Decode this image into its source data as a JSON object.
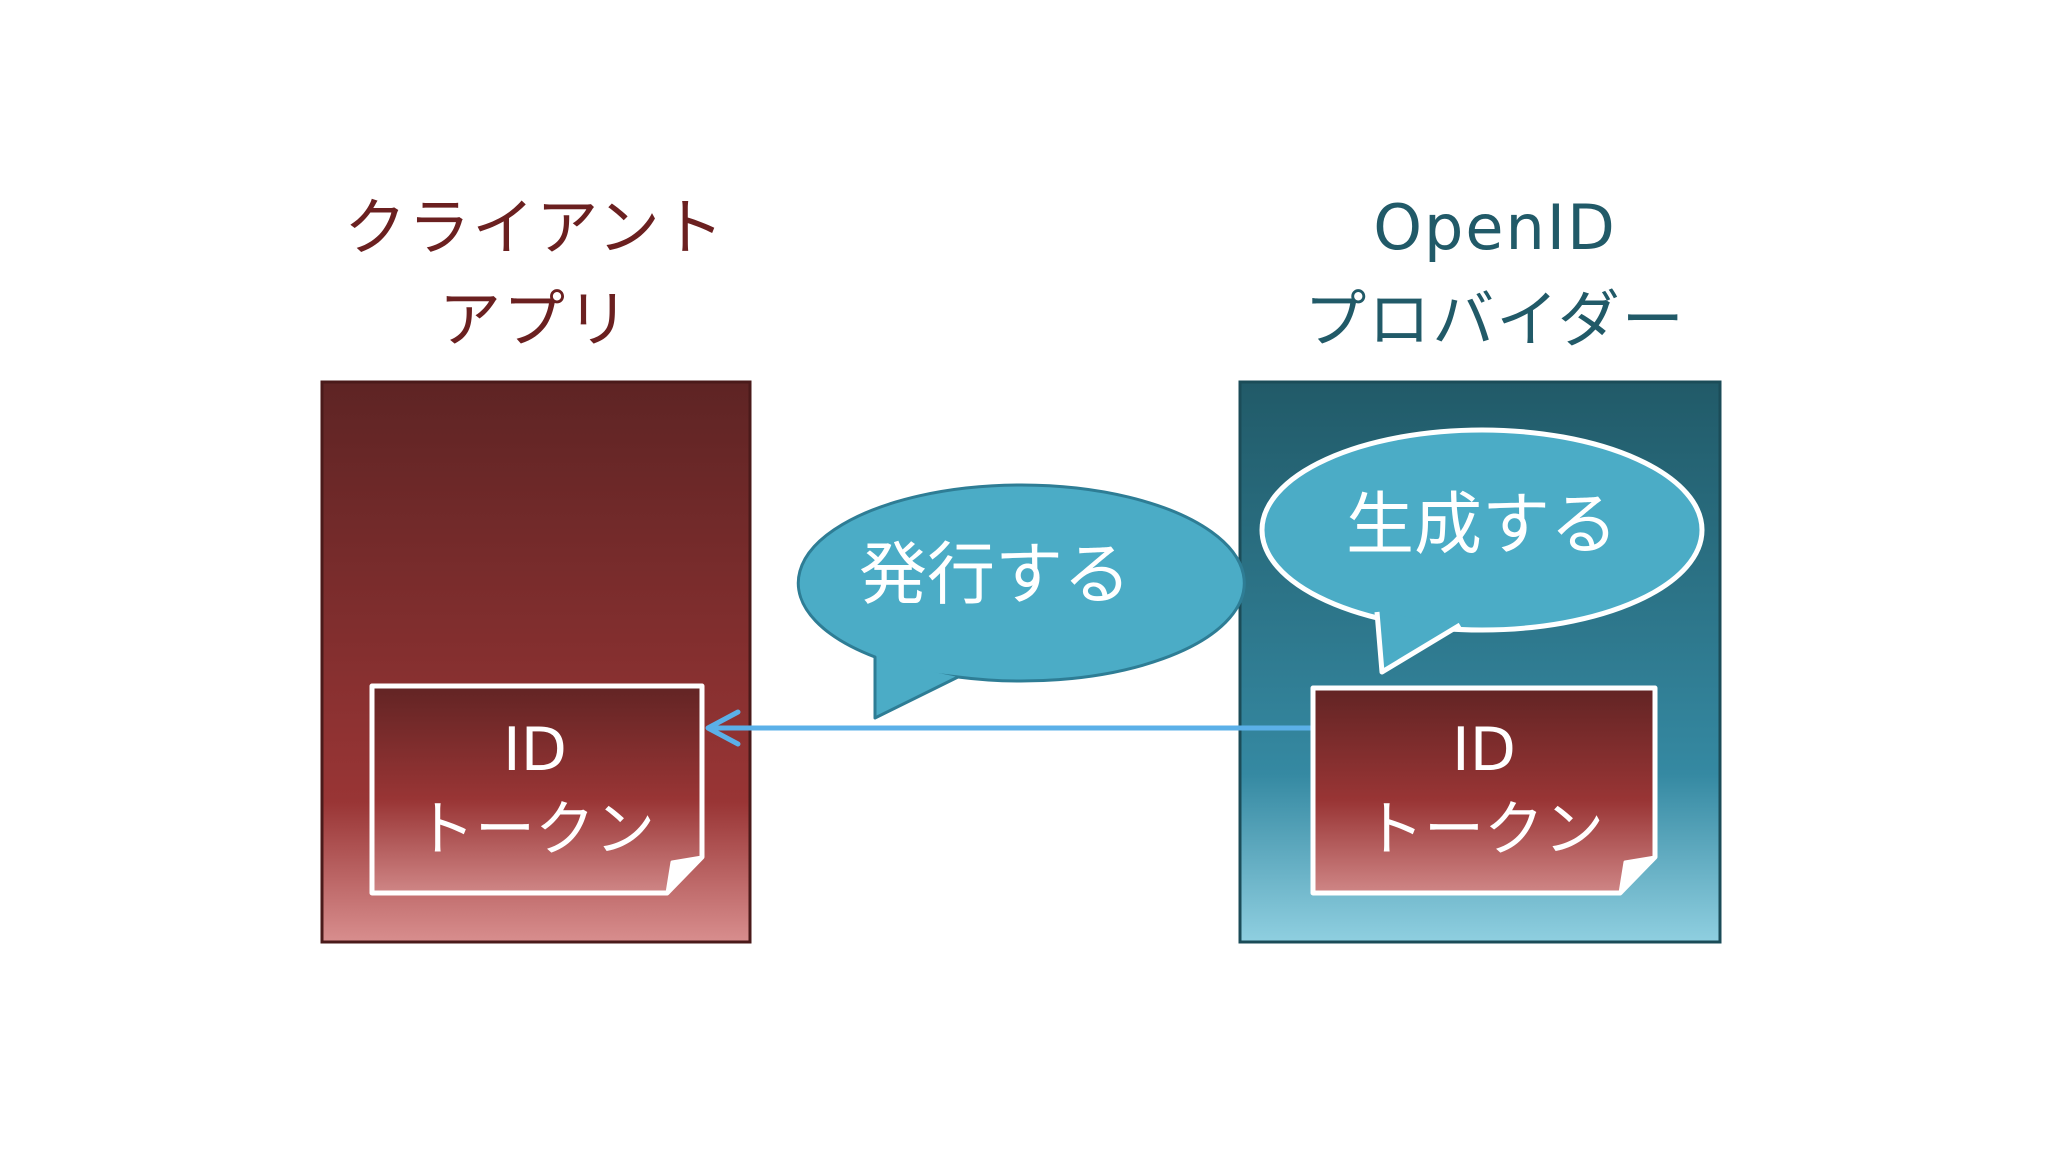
{
  "client": {
    "title_line1": "クライアント",
    "title_line2": "アプリ",
    "token": {
      "line1": "ID",
      "line2": "トークン"
    }
  },
  "provider": {
    "title_line1": "OpenID",
    "title_line2": "プロバイダー",
    "token": {
      "line1": "ID",
      "line2": "トークン"
    }
  },
  "bubbles": {
    "issue": "発行する",
    "generate": "生成する"
  },
  "colors": {
    "client_dark": "#5e2424",
    "client_mid": "#993535",
    "client_light": "#d88e8e",
    "provider_dark": "#215a68",
    "provider_mid": "#3589a2",
    "provider_light": "#8fcfe0",
    "bubble_fill": "#4bacc6",
    "bubble_stroke": "#2e7d95",
    "arrow": "#5bb0e8"
  }
}
